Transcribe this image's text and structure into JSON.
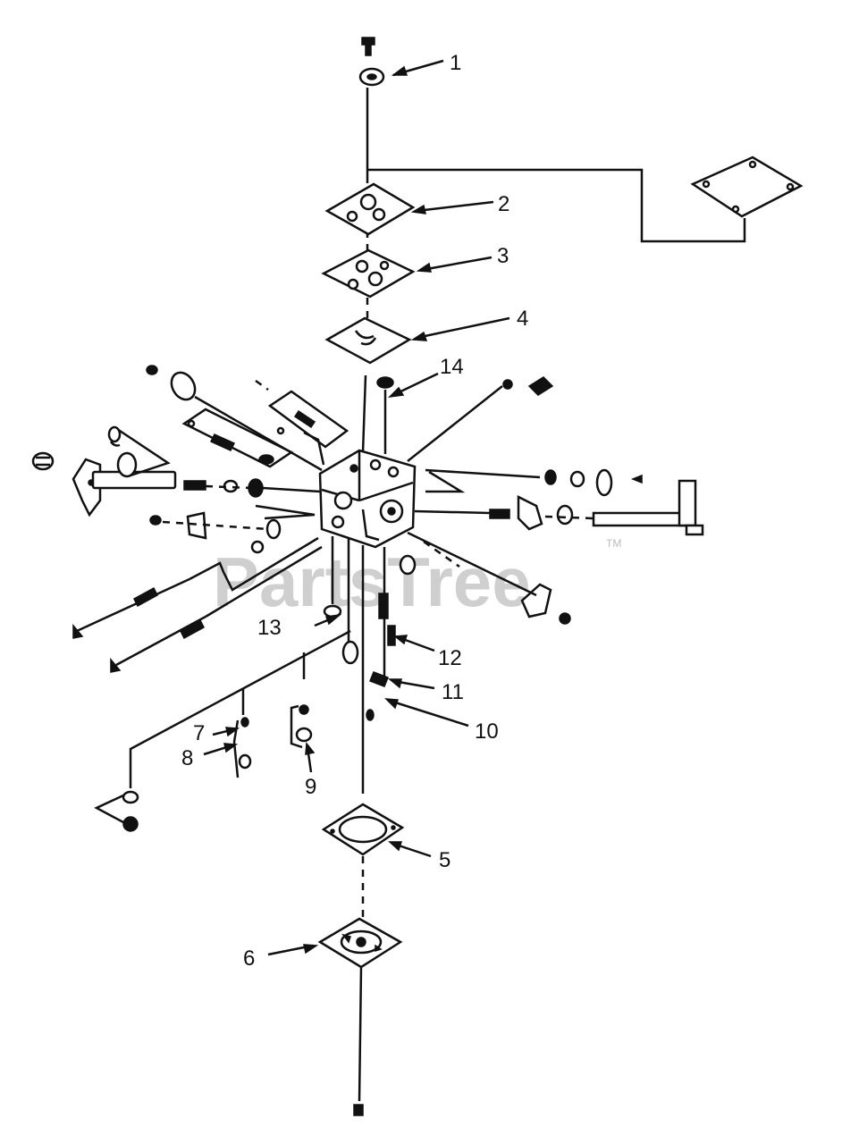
{
  "watermark": {
    "brand": "PartsTree",
    "tm": "TM"
  },
  "callouts": [
    {
      "id": "1",
      "text": "1"
    },
    {
      "id": "2",
      "text": "2"
    },
    {
      "id": "3",
      "text": "3"
    },
    {
      "id": "4",
      "text": "4"
    },
    {
      "id": "5",
      "text": "5"
    },
    {
      "id": "6",
      "text": "6"
    },
    {
      "id": "7",
      "text": "7"
    },
    {
      "id": "8",
      "text": "8"
    },
    {
      "id": "9",
      "text": "9"
    },
    {
      "id": "10",
      "text": "10"
    },
    {
      "id": "11",
      "text": "11"
    },
    {
      "id": "12",
      "text": "12"
    },
    {
      "id": "13",
      "text": "13"
    },
    {
      "id": "14",
      "text": "14"
    }
  ]
}
